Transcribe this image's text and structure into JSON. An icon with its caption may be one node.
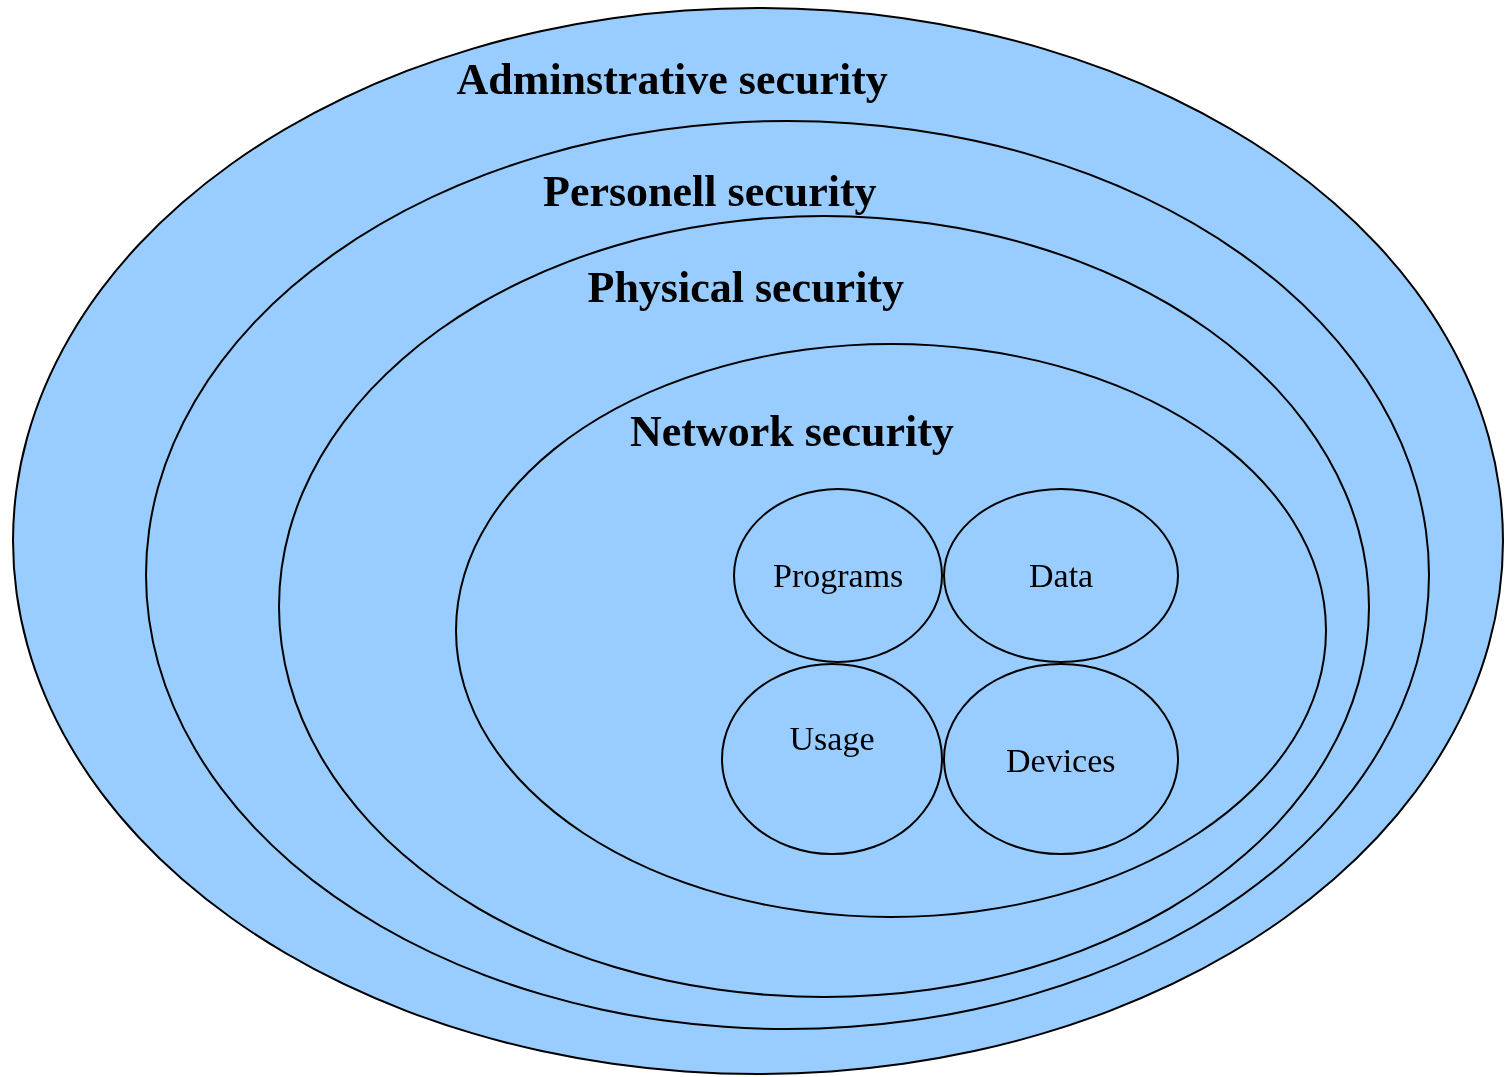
{
  "diagram": {
    "nodes": [
      {
        "text": [
          "Adminstrative security"
        ]
      },
      {
        "text": [
          "Personell security"
        ],
        "in": 0
      },
      {
        "text": [
          "Physical security"
        ],
        "in": 1
      },
      {
        "text": [
          "Network security"
        ],
        "in": 2
      },
      {
        "text": [
          "Programs"
        ],
        "in": 3
      },
      {
        "text": [
          "Data"
        ],
        "in": 3
      },
      {
        "text": [
          "Usage"
        ],
        "in": 3
      },
      {
        "text": [
          "Devices"
        ],
        "in": 3
      }
    ]
  }
}
